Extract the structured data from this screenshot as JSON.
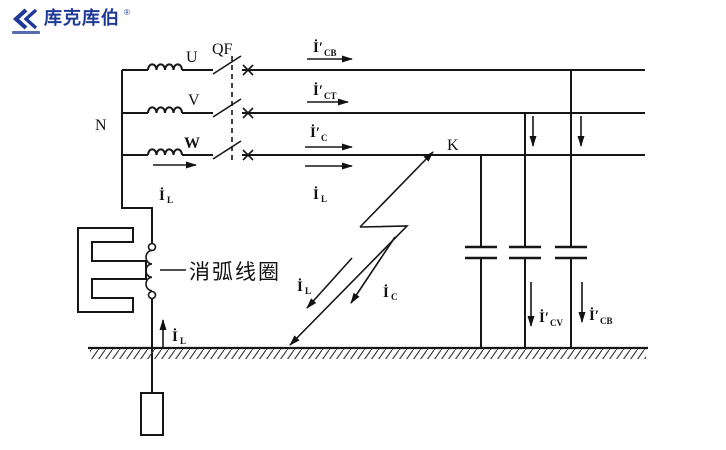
{
  "logo": {
    "brand": "库克库伯",
    "registered": "®"
  },
  "diagram": {
    "phase_labels": {
      "u": "U",
      "v": "V",
      "w": "W",
      "neutral": "N"
    },
    "breaker_label": "QF",
    "fault_label": "K",
    "coil_label": "消弧线圈",
    "currents": {
      "top_u": {
        "main": "İ′",
        "sub": "CB"
      },
      "top_v": {
        "main": "İ′",
        "sub": "CT"
      },
      "top_w": {
        "main": "İ′",
        "sub": "C"
      },
      "below_w": {
        "main": "İ",
        "sub": "L"
      },
      "neutral_branch": {
        "main": "İ",
        "sub": "L"
      },
      "diag_inductive": {
        "main": "İ",
        "sub": "L"
      },
      "diag_capacitive": {
        "main": "İ",
        "sub": "C"
      },
      "ground_coil": {
        "main": "İ",
        "sub": "L"
      },
      "cap_v": {
        "main": "İ′",
        "sub": "CV"
      },
      "cap_u": {
        "main": "İ′",
        "sub": "CB"
      }
    }
  },
  "colors": {
    "line": "#161616",
    "logo_blue": "#1e3a96",
    "background": "#ffffff"
  }
}
